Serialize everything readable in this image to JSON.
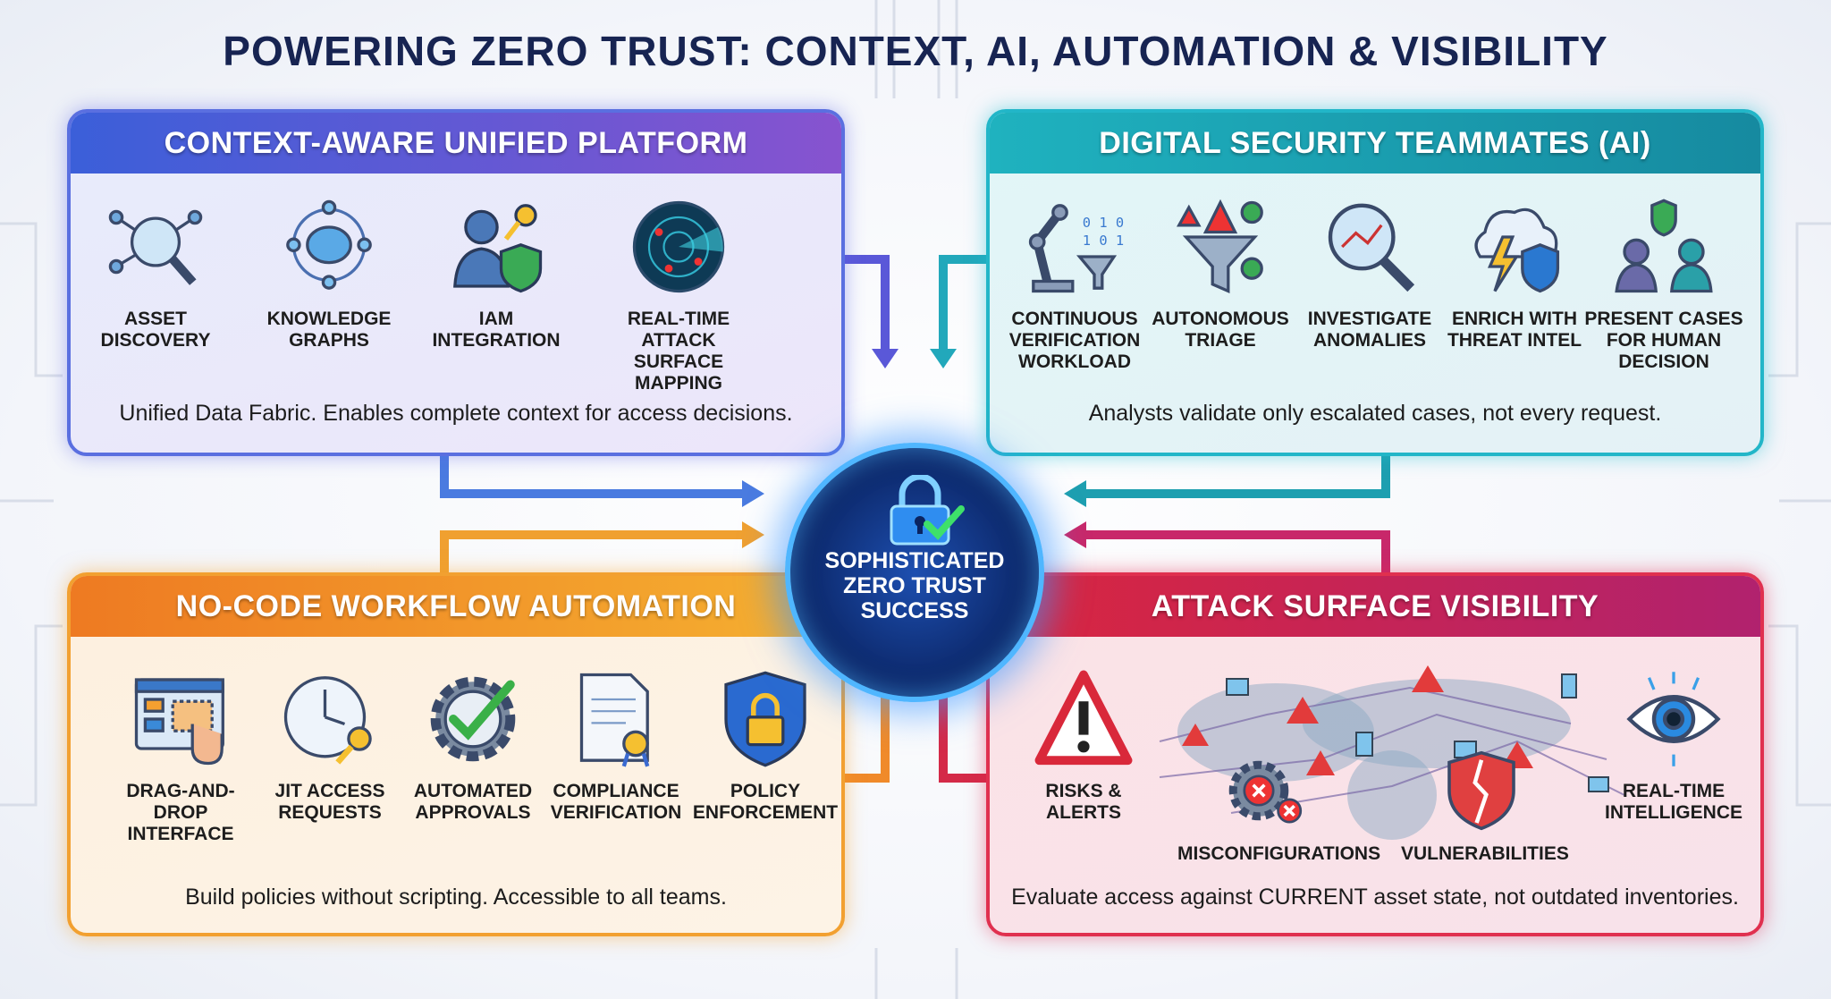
{
  "title": "POWERING ZERO TRUST: CONTEXT, AI, AUTOMATION & VISIBILITY",
  "colors": {
    "title": "#172452",
    "p1": "#3b5fd9",
    "p2": "#1fb2bf",
    "p3": "#ee7a22",
    "p4": "#d9263f",
    "hub": "#0d2a6e"
  },
  "panels": {
    "context": {
      "header": "CONTEXT-AWARE UNIFIED PLATFORM",
      "items": [
        {
          "label": "ASSET\nDISCOVERY",
          "icon": "magnifier-network-icon"
        },
        {
          "label": "KNOWLEDGE\nGRAPHS",
          "icon": "brain-network-icon"
        },
        {
          "label": "IAM\nINTEGRATION",
          "icon": "user-key-shield-icon"
        },
        {
          "label": "REAL-TIME ATTACK\nSURFACE MAPPING",
          "icon": "radar-icon"
        }
      ],
      "caption": "Unified Data Fabric. Enables complete context for access decisions."
    },
    "ai": {
      "header": "DIGITAL SECURITY TEAMMATES (AI)",
      "items": [
        {
          "label": "CONTINUOUS\nVERIFICATION\nWORKLOAD",
          "icon": "robot-arm-icon"
        },
        {
          "label": "AUTONOMOUS\nTRIAGE",
          "icon": "funnel-alert-icon"
        },
        {
          "label": "INVESTIGATE\nANOMALIES",
          "icon": "magnifier-chart-icon"
        },
        {
          "label": "ENRICH WITH\nTHREAT INTEL",
          "icon": "cloud-lightning-shield-icon"
        },
        {
          "label": "PRESENT CASES\nFOR HUMAN\nDECISION",
          "icon": "people-shield-icon"
        }
      ],
      "caption": "Analysts validate only escalated cases, not every request."
    },
    "automation": {
      "header": "NO-CODE WORKFLOW AUTOMATION",
      "items": [
        {
          "label": "DRAG-AND-DROP\nINTERFACE",
          "icon": "drag-drop-window-icon"
        },
        {
          "label": "JIT ACCESS\nREQUESTS",
          "icon": "clock-key-icon"
        },
        {
          "label": "AUTOMATED\nAPPROVALS",
          "icon": "gear-check-icon"
        },
        {
          "label": "COMPLIANCE\nVERIFICATION",
          "icon": "certificate-icon"
        },
        {
          "label": "POLICY\nENFORCEMENT",
          "icon": "shield-lock-icon"
        }
      ],
      "caption": "Build policies without scripting. Accessible to all teams."
    },
    "visibility": {
      "header": "ATTACK SURFACE VISIBILITY",
      "items": [
        {
          "label": "RISKS &\nALERTS",
          "icon": "warning-triangle-icon"
        },
        {
          "label": "MISCONFIGURATIONS",
          "icon": "gear-error-icon"
        },
        {
          "label": "VULNERABILITIES",
          "icon": "broken-shield-icon"
        },
        {
          "label": "REAL-TIME\nINTELLIGENCE",
          "icon": "eye-icon"
        }
      ],
      "caption": "Evaluate access against CURRENT asset state, not outdated inventories."
    }
  },
  "hub": {
    "label": "SOPHISTICATED\nZERO TRUST\nSUCCESS",
    "icon": "lock-check-icon"
  }
}
